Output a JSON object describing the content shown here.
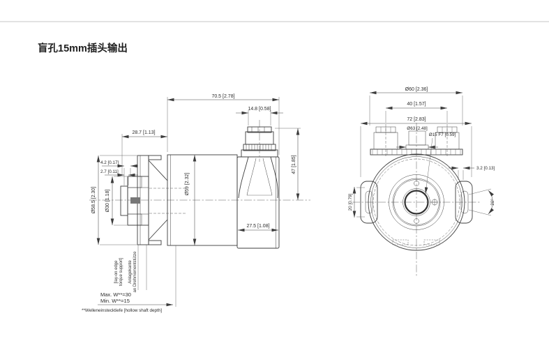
{
  "page": {
    "title": "盲孔15mm插头输出"
  },
  "side_view": {
    "dim_overall_length": "70.5 [2.78]",
    "dim_connector_width": "14.8 [0.58]",
    "dim_flange_length": "28.7 [1.13]",
    "dim_height_center": "47 [1.85]",
    "dim_body_diameter": "Ø59 [2.32]",
    "dim_flange_diameter": "Ø58.5 [2.30]",
    "dim_hub_diameter": "Ø30 [1.18]",
    "dim_step_a": "4.2 [0.17]",
    "dim_step_b": "2.7 [0.11]",
    "dim_rear_length": "27.5 [1.08]",
    "note_torque_en_1": "[lay-on edge",
    "note_torque_en_2": "torque support]",
    "note_torque_de_1": "Anlagekante",
    "note_torque_de_2": "an Drehmomentstütze",
    "note_depth_max": "Max. W**=30",
    "note_depth_min": "Min. W**=15",
    "note_depth_footnote": "**Welleneinstecktiefe [hollow shaft depth]"
  },
  "front_view": {
    "dim_connector_circle": "Ø60 [2.36]",
    "dim_connector_spacing": "40 [1.57]",
    "dim_overall_width": "72 [2.83]",
    "dim_body_diameter": "Ø63 [2.48]",
    "dim_shaft_bore": "Ø15 F7 [0.59]",
    "dim_tab_thickness": "3.2 [0.13]",
    "dim_slot_height": "20 [0.79]",
    "dim_slot_angle": "20°"
  }
}
